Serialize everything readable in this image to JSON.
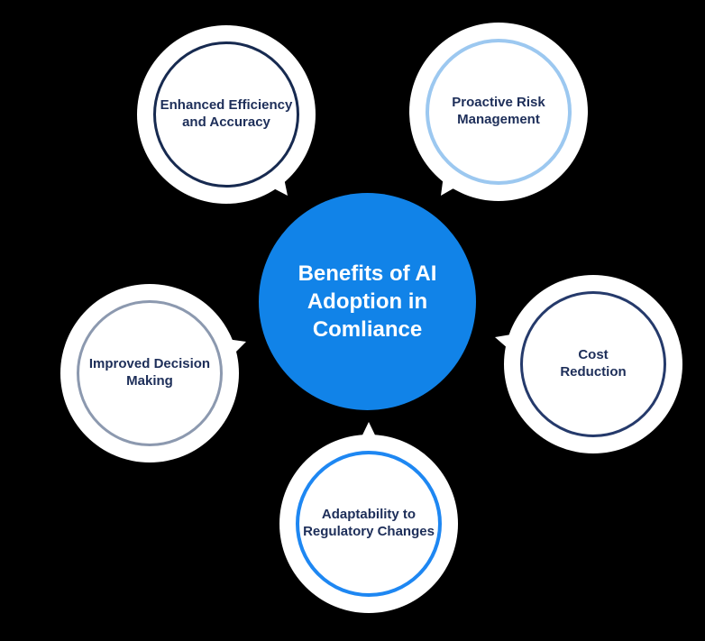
{
  "colors": {
    "background": "#000000",
    "bubble_fill": "#ffffff",
    "node_text": "#1d2e59"
  },
  "center": {
    "label": "Benefits of AI Adoption in Comliance",
    "fill_color": "#1183e8",
    "text_color": "#ffffff"
  },
  "nodes": [
    {
      "id": "enhanced-efficiency-accuracy",
      "label": "Enhanced Efficiency and Accuracy",
      "ring_color": "#172a50",
      "position": "top-left"
    },
    {
      "id": "proactive-risk-management",
      "label": "Proactive Risk Management",
      "ring_color": "#9cc8f0",
      "position": "top-right"
    },
    {
      "id": "improved-decision-making",
      "label": "Improved Decision Making",
      "ring_color": "#8c99af",
      "position": "left"
    },
    {
      "id": "cost-reduction",
      "label": "Cost Reduction",
      "ring_color": "#253a6b",
      "position": "right"
    },
    {
      "id": "adaptability-regulatory-changes",
      "label": "Adaptability to Regulatory Changes",
      "ring_color": "#1e87f2",
      "position": "bottom"
    }
  ]
}
